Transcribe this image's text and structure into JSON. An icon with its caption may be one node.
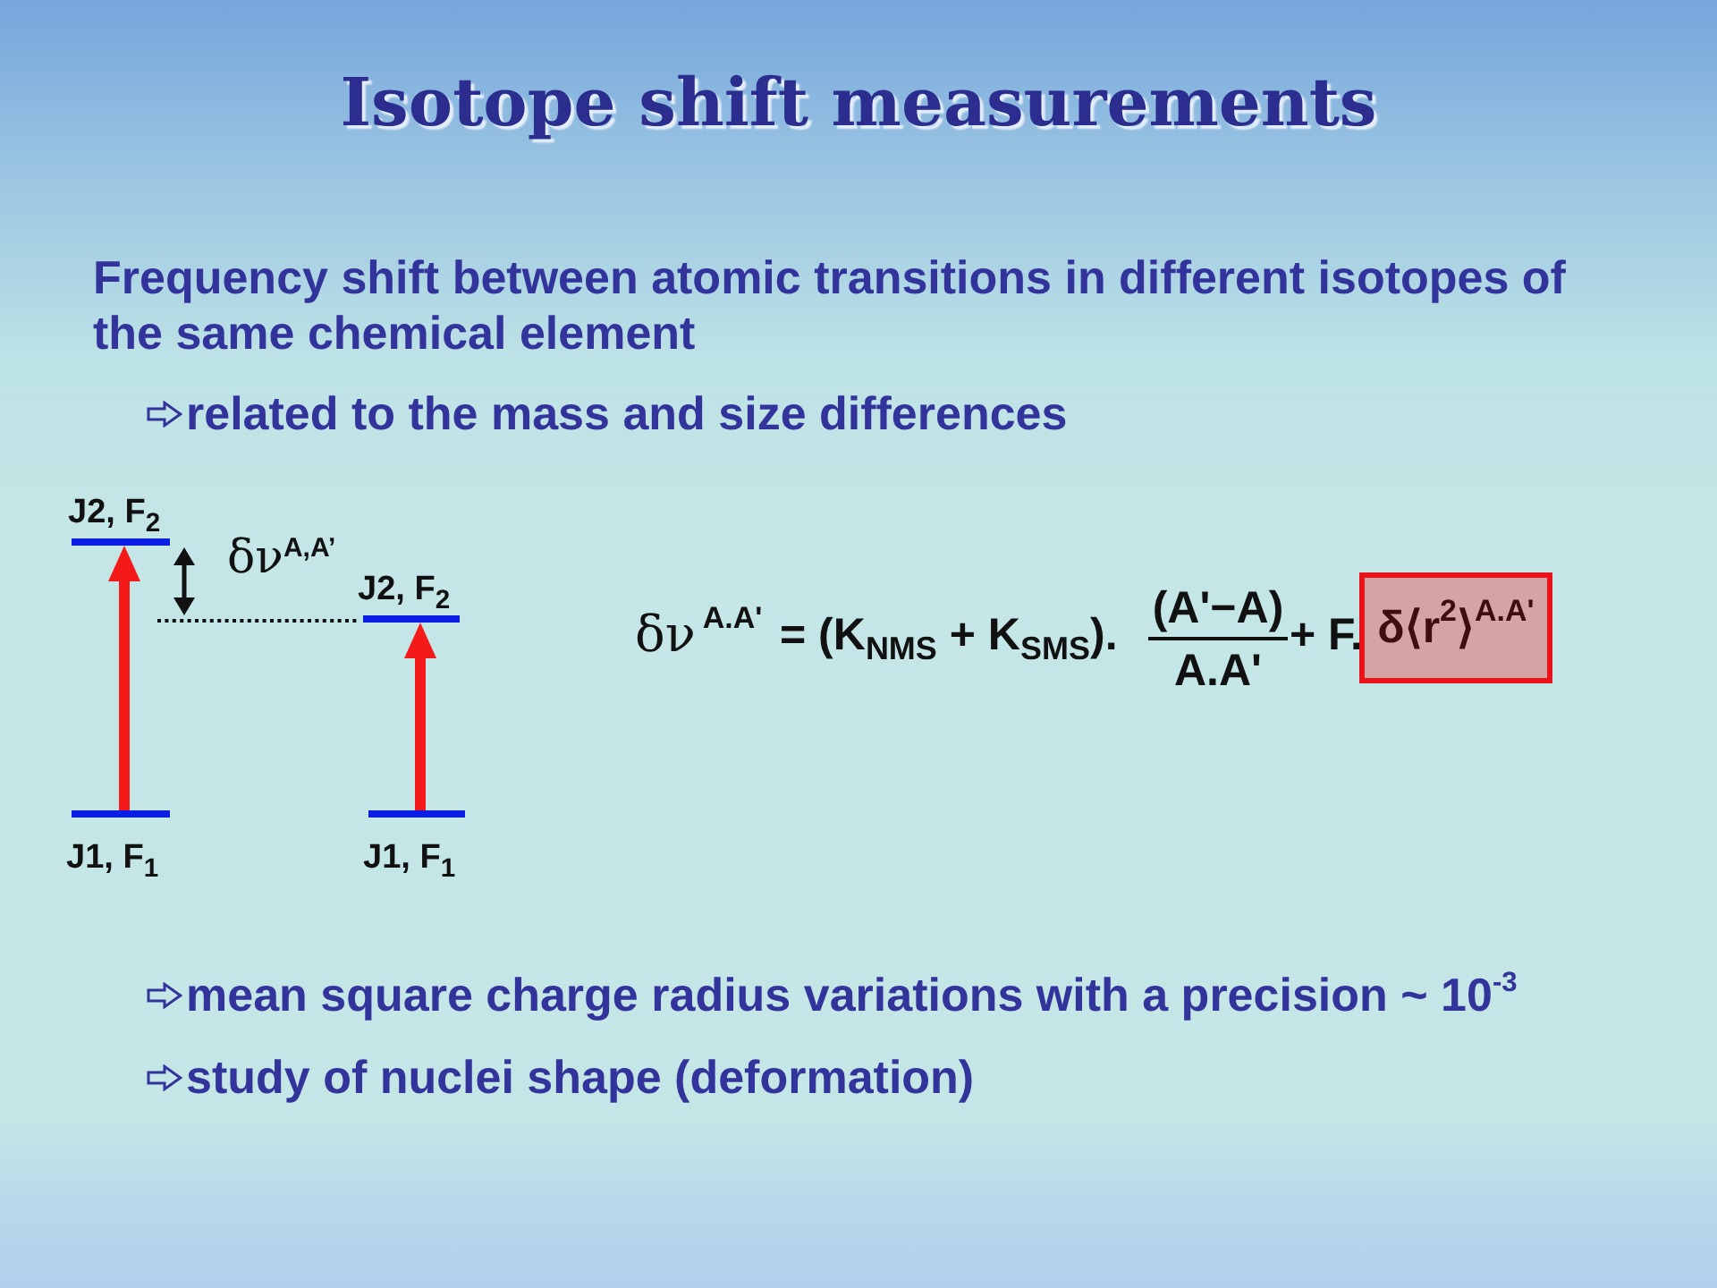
{
  "diagram": {
    "title": "Isotope shift measurements",
    "nodes": [
      {
        "text": [
          "J2, F$_{2}$"
        ]
      },
      {
        "text": [
          "J1, F$_{1}$"
        ]
      },
      {
        "text": [
          "J2, F$_{2}$"
        ]
      },
      {
        "text": [
          "J1, F$_{1}$"
        ]
      },
      {
        "text": [
          "δ⟨r$^{2}$⟩$^{A.A'}$"
        ]
      }
    ],
    "edges": [
      {
        "from": 1,
        "to": 0,
        "arrow": "to"
      },
      {
        "from": 3,
        "to": 2,
        "arrow": "to"
      }
    ],
    "labels": [
      "Frequency shift between atomic transitions in different isotopes of the same chemical element",
      "related to the mass and size differences",
      "δν$^{A,A’}$",
      "δν$^{A.A'}$",
      "= (K$_{NMS}$ + K$_{SMS}$).",
      "(A'−A)",
      "A.A'",
      "+ F.",
      "mean square charge radius variations with a precision ~ 10$^{-3}$",
      "study of nuclei shape (deformation)"
    ]
  }
}
